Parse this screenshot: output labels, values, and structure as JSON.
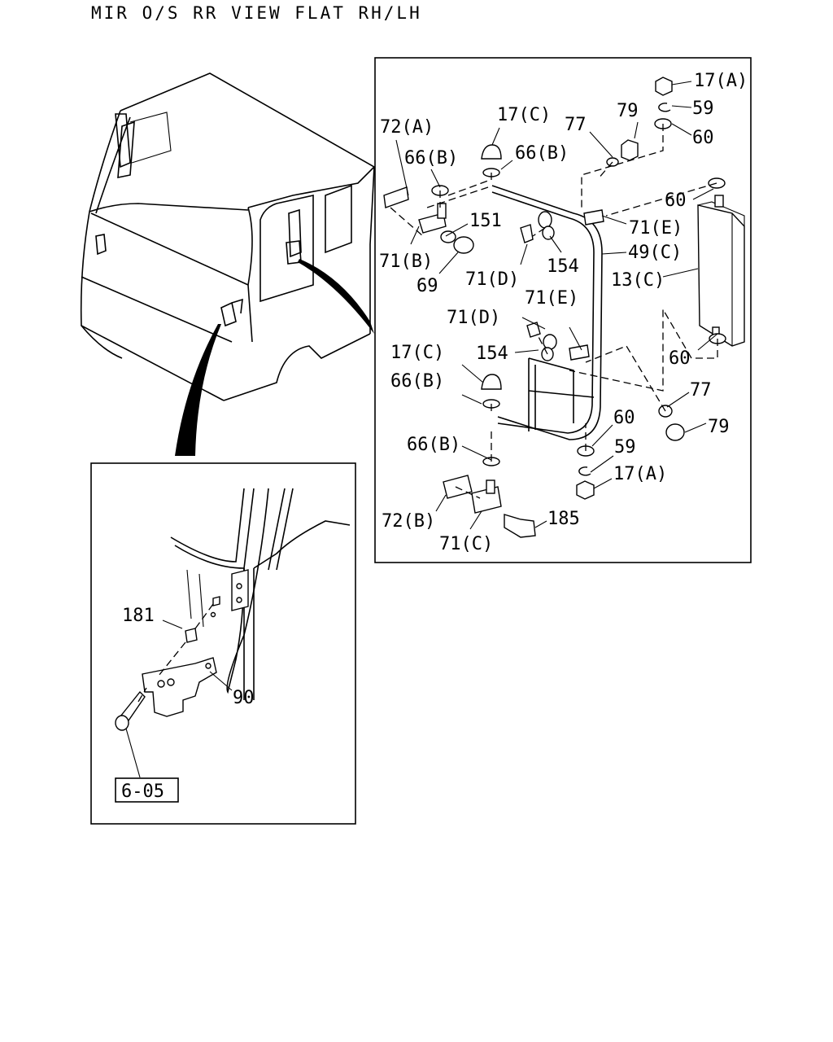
{
  "diagram": {
    "title": "MIR O/S RR VIEW FLAT RH/LH",
    "callouts": {
      "c17a_top": "17(A)",
      "c59_top": "59",
      "c60_top": "60",
      "c79_top": "79",
      "c77_top": "77",
      "c17c_top": "17(C)",
      "c66b_mid": "66(B)",
      "c72a": "72(A)",
      "c66b_left": "66(B)",
      "c151": "151",
      "c71b": "71(B)",
      "c69": "69",
      "c71d_top": "71(D)",
      "c154_top": "154",
      "c71e_top": "71(E)",
      "c60_right": "60",
      "c49c": "49(C)",
      "c13c": "13(C)",
      "c71e_mid": "71(E)",
      "c71d_mid": "71(D)",
      "c17c_mid": "17(C)",
      "c154_mid": "154",
      "c66b_low": "66(B)",
      "c60_low": "60",
      "c77_low": "77",
      "c79_low": "79",
      "c60_bot": "60",
      "c66b_bot": "66(B)",
      "c59_bot": "59",
      "c17a_bot": "17(A)",
      "c72b": "72(B)",
      "c185": "185",
      "c71c": "71(C)",
      "c181": "181",
      "c90": "90",
      "ref": "6-05"
    }
  }
}
